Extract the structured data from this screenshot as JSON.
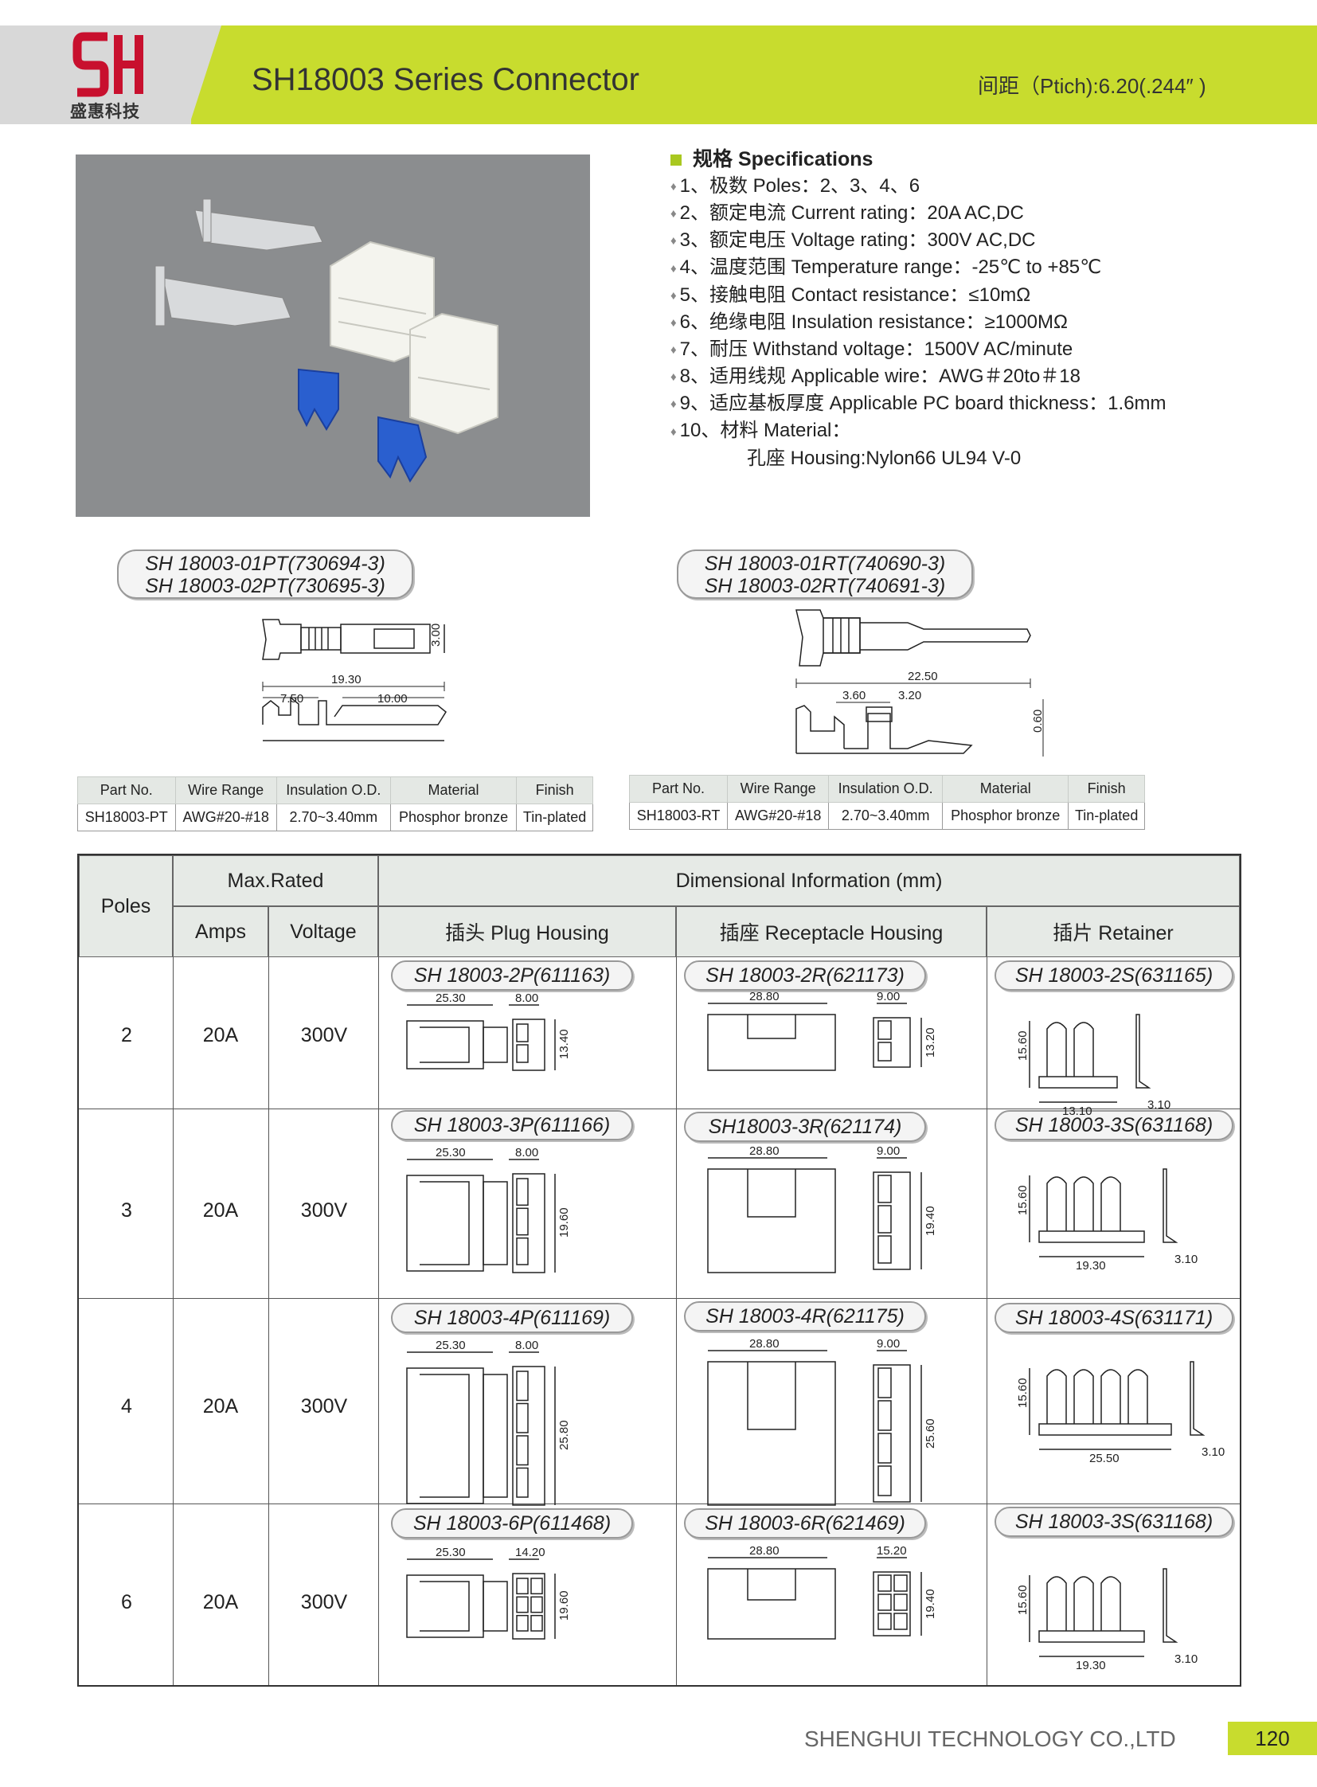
{
  "header": {
    "logo_text": "盛惠科技",
    "title": "SH18003 Series Connector",
    "pitch": "间距（Ptich):6.20(.244″ )",
    "colors": {
      "accent": "#c8dc2e",
      "tab": "#d8d8d8",
      "logo_red": "#c8102e"
    }
  },
  "spec": {
    "heading": "规格 Specifications",
    "items": [
      "1、极数 Poles：2、3、4、6",
      "2、额定电流 Current rating：20A AC,DC",
      "3、额定电压 Voltage rating：300V AC,DC",
      "4、温度范围 Temperature range：-25℃ to +85℃",
      "5、接触电阻 Contact resistance：≤10mΩ",
      "6、绝缘电阻 Insulation resistance：≥1000MΩ",
      "7、耐压 Withstand voltage：1500V AC/minute",
      "8、适用线规 Applicable wire：AWG＃20to＃18",
      "9、适应基板厚度 Applicable PC board thickness：1.6mm",
      "10、材料 Material："
    ],
    "housing": "孔座 Housing:Nylon66  UL94 V-0"
  },
  "terminals": {
    "pt": {
      "line1": "SH 18003-01PT(730694-3)",
      "line2": "SH 18003-02PT(730695-3)",
      "dims": {
        "total": "19.30",
        "a": "7.50",
        "b": "10.00",
        "h": "3.00"
      },
      "table": {
        "headers": [
          "Part No.",
          "Wire Range",
          "Insulation O.D.",
          "Material",
          "Finish"
        ],
        "row": [
          "SH18003-PT",
          "AWG#20-#18",
          "2.70~3.40mm",
          "Phosphor  bronze",
          "Tin-plated"
        ]
      }
    },
    "rt": {
      "line1": "SH 18003-01RT(740690-3)",
      "line2": "SH 18003-02RT(740691-3)",
      "dims": {
        "total": "22.50",
        "a": "3.60",
        "b": "3.20",
        "h": "0.60"
      },
      "table": {
        "headers": [
          "Part No.",
          "Wire Range",
          "Insulation O.D.",
          "Material",
          "Finish"
        ],
        "row": [
          "SH18003-RT",
          "AWG#20-#18",
          "2.70~3.40mm",
          "Phosphor  bronze",
          "Tin-plated"
        ]
      }
    }
  },
  "main_table": {
    "poles_header": "Poles",
    "max_rated": "Max.Rated",
    "amps": "Amps",
    "voltage": "Voltage",
    "dim_info": "Dimensional Information   (mm)",
    "plug": "插头  Plug Housing",
    "receptacle": "插座  Receptacle Housing",
    "retainer": "插片  Retainer",
    "rows": [
      {
        "poles": "2",
        "amps": "20A",
        "voltage": "300V",
        "plug": "SH 18003-2P(611163)",
        "rec": "SH 18003-2R(621173)",
        "ret": "SH 18003-2S(631165)",
        "plug_dims": [
          "25.30",
          "8.00",
          "13.40"
        ],
        "rec_dims": [
          "28.80",
          "9.00",
          "13.20"
        ],
        "ret_dims": [
          "15.60",
          "13.10",
          "3.10"
        ]
      },
      {
        "poles": "3",
        "amps": "20A",
        "voltage": "300V",
        "plug": "SH 18003-3P(611166)",
        "rec": "SH18003-3R(621174)",
        "ret": "SH 18003-3S(631168)",
        "plug_dims": [
          "25.30",
          "8.00",
          "19.60"
        ],
        "rec_dims": [
          "28.80",
          "9.00",
          "19.40"
        ],
        "ret_dims": [
          "15.60",
          "19.30",
          "3.10"
        ]
      },
      {
        "poles": "4",
        "amps": "20A",
        "voltage": "300V",
        "plug": "SH 18003-4P(611169)",
        "rec": "SH 18003-4R(621175)",
        "ret": "SH 18003-4S(631171)",
        "plug_dims": [
          "25.30",
          "8.00",
          "25.80"
        ],
        "rec_dims": [
          "28.80",
          "9.00",
          "25.60"
        ],
        "ret_dims": [
          "15.60",
          "25.50",
          "3.10"
        ]
      },
      {
        "poles": "6",
        "amps": "20A",
        "voltage": "300V",
        "plug": "SH 18003-6P(611468)",
        "rec": "SH 18003-6R(621469)",
        "ret": "SH 18003-3S(631168)",
        "plug_dims": [
          "25.30",
          "14.20",
          "19.60"
        ],
        "rec_dims": [
          "28.80",
          "15.20",
          "19.40"
        ],
        "ret_dims": [
          "15.60",
          "19.30",
          "3.10"
        ]
      }
    ]
  },
  "footer": {
    "company": "SHENGHUI TECHNOLOGY CO.,LTD",
    "page": "120"
  }
}
